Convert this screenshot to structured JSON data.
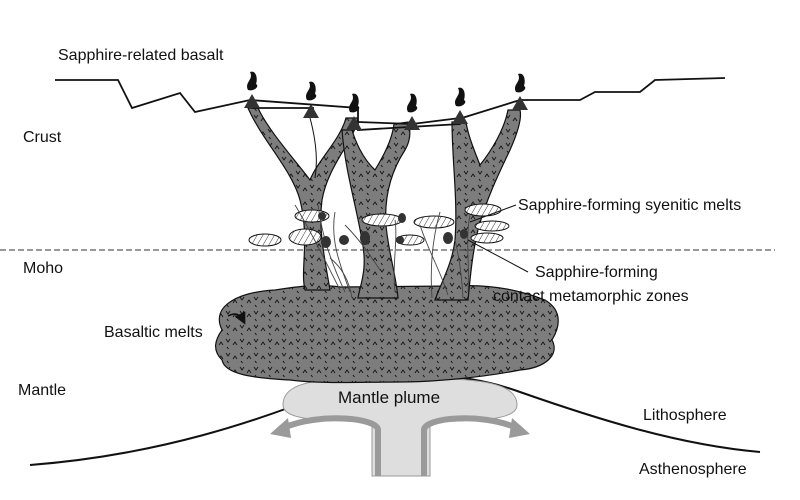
{
  "labels": {
    "basalt": "Sapphire-related basalt",
    "crust": "Crust",
    "moho": "Moho",
    "mantle": "Mantle",
    "basaltic_melts": "Basaltic melts",
    "syenitic_melts": "Sapphire-forming syenitic melts",
    "contact_zones_line1": "Sapphire-forming",
    "contact_zones_line2": "contact metamorphic zones",
    "mantle_plume": "Mantle plume",
    "lithosphere": "Lithosphere",
    "asthenosphere": "Asthenosphere"
  },
  "colors": {
    "melt_fill": "#7d7d7d",
    "plume_fill": "#dedede",
    "plume_arrow": "#9a9a9a",
    "line": "#111111"
  }
}
